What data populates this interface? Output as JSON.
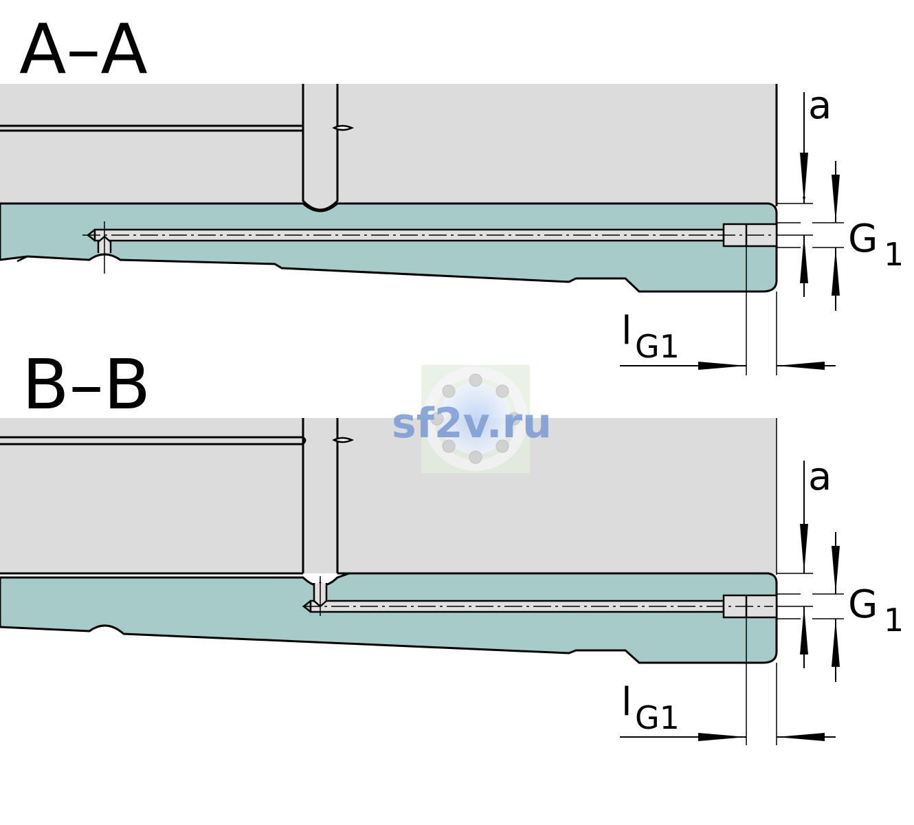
{
  "sections": [
    {
      "title": "A–A",
      "dim_a": "a",
      "dim_g": "G",
      "dim_g_sub": "1",
      "dim_l": "l",
      "dim_l_sub": "G1"
    },
    {
      "title": "B–B",
      "dim_a": "a",
      "dim_g": "G",
      "dim_g_sub": "1",
      "dim_l": "l",
      "dim_l_sub": "G1"
    }
  ],
  "watermark": "sf2v.ru",
  "colors": {
    "housing": "#dcdcdc",
    "rail": "#a6cbc9",
    "bore": "#e0e0e0",
    "line": "#000000",
    "watermark": "#7f9fd6"
  }
}
